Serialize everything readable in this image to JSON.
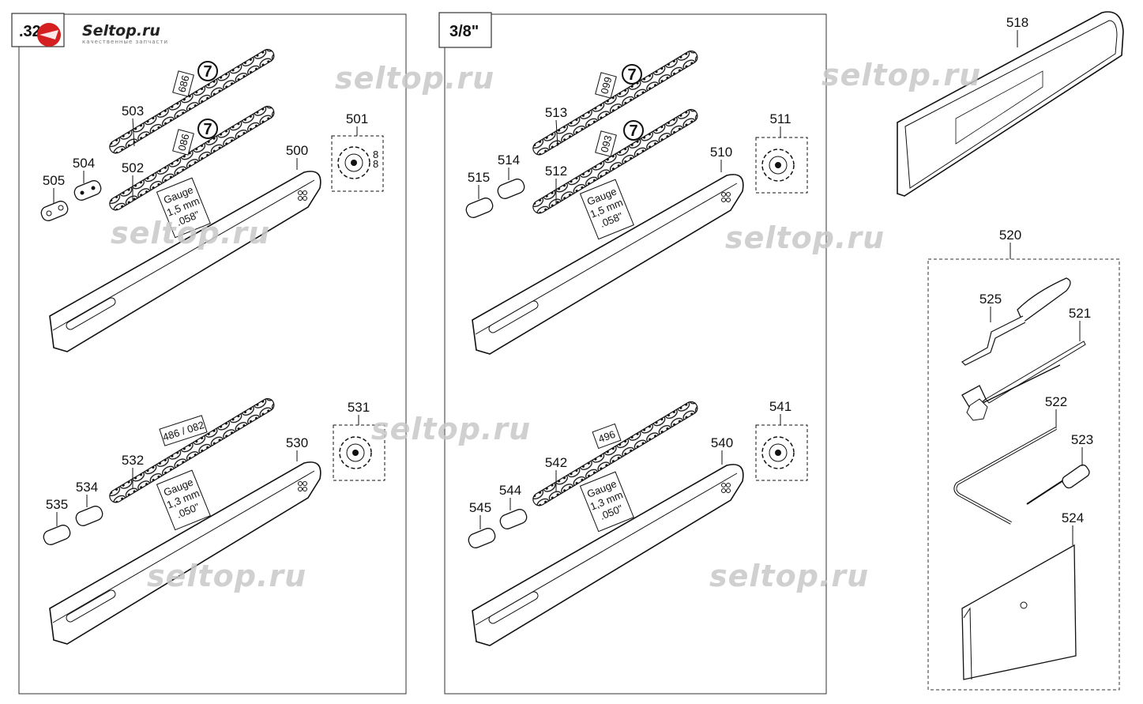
{
  "logo": {
    "name": "Seltop.ru",
    "tagline": "качественные запчасти"
  },
  "sections": [
    {
      "id": "left",
      "label": ".325\""
    },
    {
      "id": "middle",
      "label": "3/8\""
    }
  ],
  "watermarks": [
    "seltop.ru",
    "seltop.ru",
    "seltop.ru",
    "seltop.ru",
    "seltop.ru",
    "seltop.ru",
    "seltop.ru"
  ],
  "parts": {
    "500": "500",
    "501": "501",
    "502": "502",
    "503": "503",
    "504": "504",
    "505": "505",
    "510": "510",
    "511": "511",
    "512": "512",
    "513": "513",
    "514": "514",
    "515": "515",
    "518": "518",
    "520": "520",
    "521": "521",
    "522": "522",
    "523": "523",
    "524": "524",
    "525": "525",
    "530": "530",
    "531": "531",
    "532": "532",
    "534": "534",
    "535": "535",
    "540": "540",
    "541": "541",
    "542": "542",
    "544": "544",
    "545": "545"
  },
  "chain_codes": {
    "503": "686",
    "502": "086",
    "513": "099",
    "512": "093",
    "532": "486 / 082",
    "542": "496"
  },
  "gauges": [
    {
      "line1": "Gauge",
      "line2": "1,5 mm",
      "line3": ".058\""
    },
    {
      "line1": "Gauge",
      "line2": "1,5 mm",
      "line3": ".058\""
    },
    {
      "line1": "Gauge",
      "line2": "1,3 mm",
      "line3": ".050\""
    },
    {
      "line1": "Gauge",
      "line2": "1,3 mm",
      "line3": ".050\""
    }
  ],
  "badge_symbol": "7"
}
